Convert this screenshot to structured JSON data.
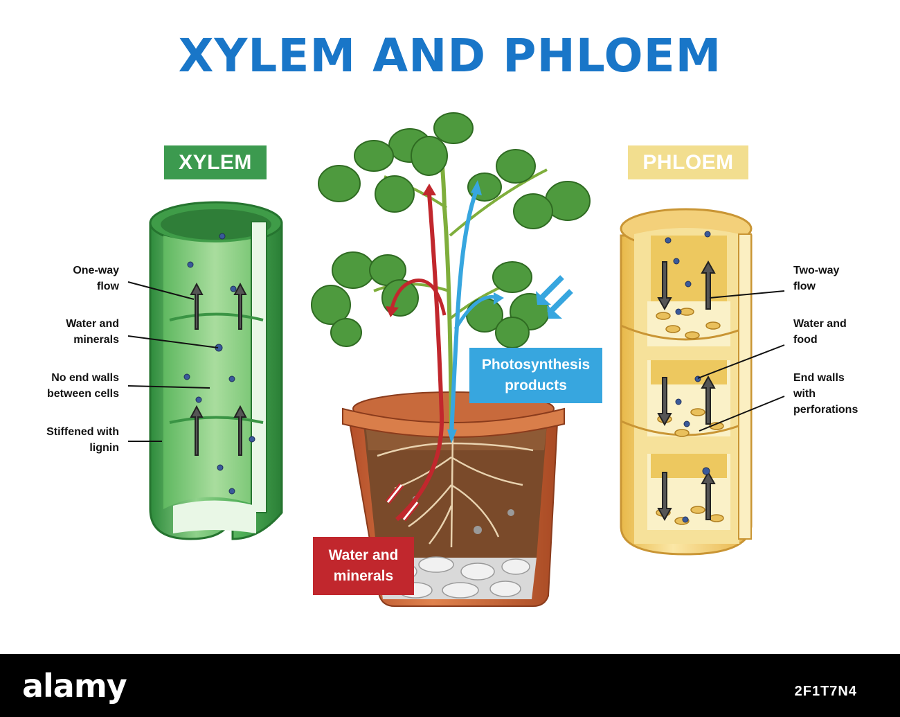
{
  "title": "XYLEM AND PHLOEM",
  "xylem": {
    "heading": "XYLEM",
    "labels": {
      "flow": "One-way\nflow",
      "content": "Water and\nminerals",
      "walls": "No end walls\nbetween cells",
      "lignin": "Stiffened with\nlignin"
    }
  },
  "phloem": {
    "heading": "PHLOEM",
    "labels": {
      "flow": "Two-way\nflow",
      "content": "Water and\nfood",
      "walls": "End walls\nwith\nperforations"
    }
  },
  "plant": {
    "photosynthesis_label": "Photosynthesis\nproducts",
    "water_label": "Water and\nminerals"
  },
  "footer": {
    "brand": "alamy",
    "image_code": "2F1T7N4"
  },
  "colors": {
    "title": "#1976c8",
    "xylem_badge": "#3c9a4f",
    "phloem_badge": "#f2de8f",
    "photosynthesis_box": "#37a6df",
    "water_box": "#c1272d"
  }
}
